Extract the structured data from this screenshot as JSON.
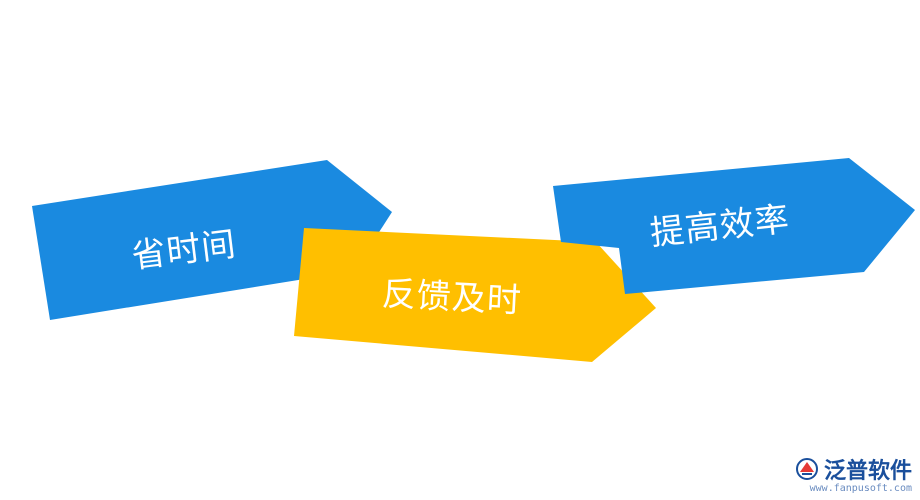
{
  "diagram": {
    "steps": [
      {
        "label": "省时间",
        "color": "#1a8ae0"
      },
      {
        "label": "反馈及时",
        "color": "#ffbf00"
      },
      {
        "label": "提高效率",
        "color": "#1a8ae0"
      }
    ]
  },
  "logo": {
    "name": "泛普软件",
    "url": "www.fanpusoft.com",
    "icon": "fanpu-logo-icon"
  }
}
